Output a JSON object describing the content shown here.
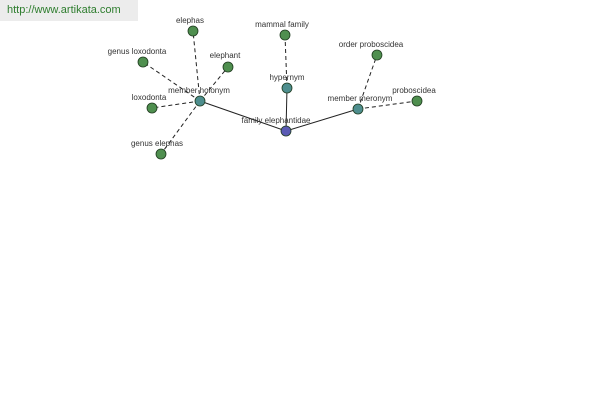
{
  "watermark": "http://www.artikata.com",
  "colors": {
    "center_node": "#5a5ab4",
    "relation_node": "#4e8e8e",
    "leaf_node": "#4f8f4f",
    "edge": "#222222"
  },
  "nodes": [
    {
      "id": "family",
      "label": "family elephantidae",
      "kind": "center"
    },
    {
      "id": "holonym",
      "label": "member holonym",
      "kind": "relation"
    },
    {
      "id": "hypernym",
      "label": "hypernym",
      "kind": "relation"
    },
    {
      "id": "meronym",
      "label": "member meronym",
      "kind": "relation"
    },
    {
      "id": "elephas",
      "label": "elephas",
      "kind": "leaf"
    },
    {
      "id": "genus-loxodonta",
      "label": "genus loxodonta",
      "kind": "leaf"
    },
    {
      "id": "elephant",
      "label": "elephant",
      "kind": "leaf"
    },
    {
      "id": "loxodonta",
      "label": "loxodonta",
      "kind": "leaf"
    },
    {
      "id": "genus-elephas",
      "label": "genus elephas",
      "kind": "leaf"
    },
    {
      "id": "mammal-family",
      "label": "mammal family",
      "kind": "leaf"
    },
    {
      "id": "order-proboscidea",
      "label": "order proboscidea",
      "kind": "leaf"
    },
    {
      "id": "proboscidea",
      "label": "proboscidea",
      "kind": "leaf"
    }
  ],
  "edges": [
    {
      "from": "family",
      "to": "holonym",
      "style": "solid"
    },
    {
      "from": "family",
      "to": "hypernym",
      "style": "solid"
    },
    {
      "from": "family",
      "to": "meronym",
      "style": "solid"
    },
    {
      "from": "holonym",
      "to": "elephas",
      "style": "dashed"
    },
    {
      "from": "holonym",
      "to": "genus-loxodonta",
      "style": "dashed"
    },
    {
      "from": "holonym",
      "to": "elephant",
      "style": "dashed"
    },
    {
      "from": "holonym",
      "to": "loxodonta",
      "style": "dashed"
    },
    {
      "from": "holonym",
      "to": "genus-elephas",
      "style": "dashed"
    },
    {
      "from": "hypernym",
      "to": "mammal-family",
      "style": "dashed"
    },
    {
      "from": "meronym",
      "to": "order-proboscidea",
      "style": "dashed"
    },
    {
      "from": "meronym",
      "to": "proboscidea",
      "style": "dashed"
    }
  ]
}
